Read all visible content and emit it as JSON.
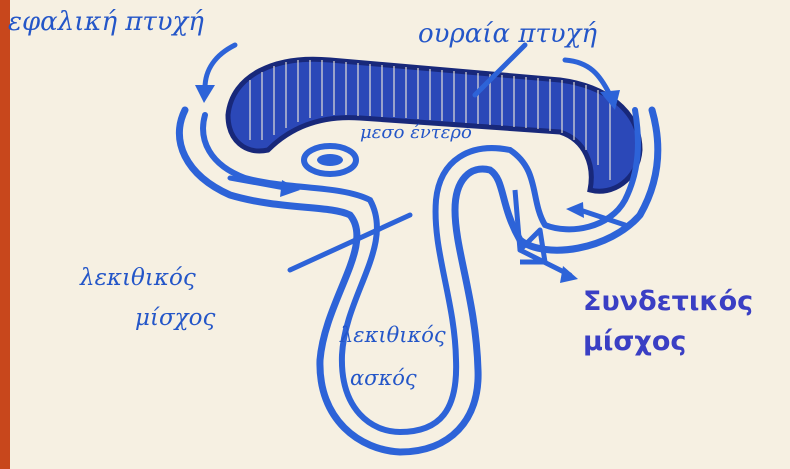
{
  "colors": {
    "paper": "#f6f0e2",
    "left_bar": "#c8471c",
    "ink_main": "#2d63d8",
    "ink_dark": "#1a2f86",
    "typed_label": "#3a3fc4"
  },
  "labels": {
    "cephalic_fold": "εφαλική πτυχή",
    "caudal_fold": "ουραία πτυχή",
    "midgut": "μεσο έντερο",
    "yolk_stalk_line1": "λεκιθικός",
    "yolk_stalk_line2": "μίσχος",
    "yolk_sac_line1": "λεκιθικός",
    "yolk_sac_line2": "ασκός",
    "connecting_stalk_line1": "Συνδετικός",
    "connecting_stalk_line2": "μίσχος"
  }
}
